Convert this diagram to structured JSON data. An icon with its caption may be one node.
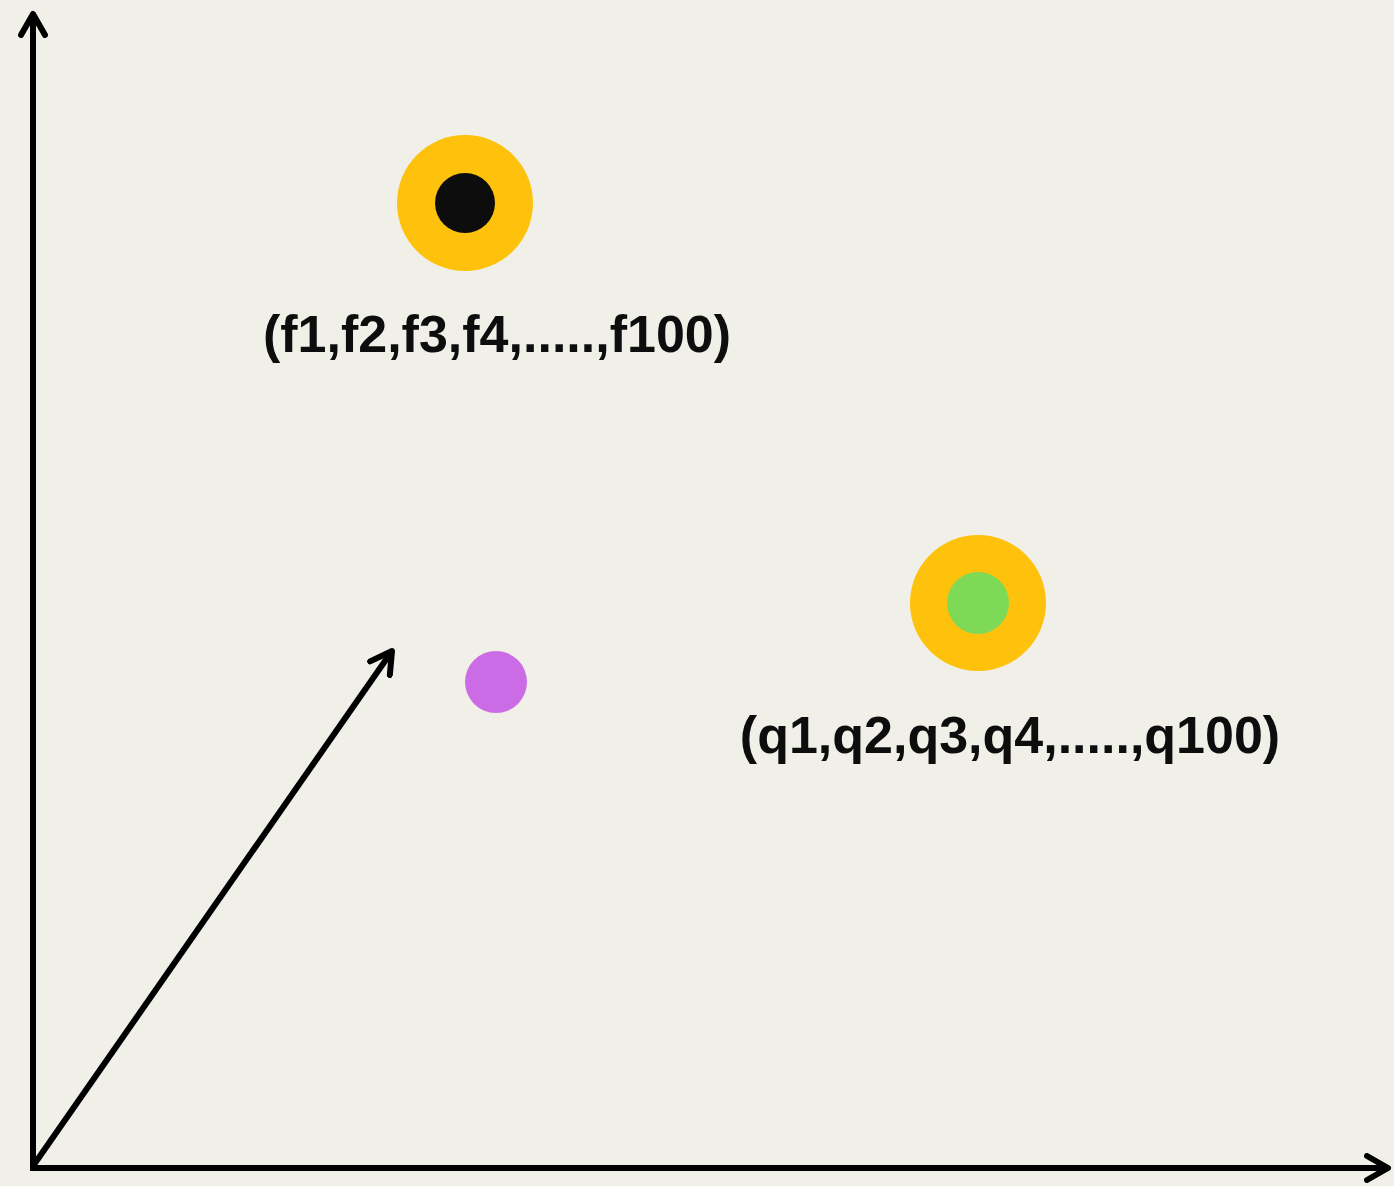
{
  "diagram": {
    "nodes": [
      {
        "text": [],
        "shape": "circle",
        "beside": [
          "(f1,f2,f3,f4,.....,f100)"
        ]
      },
      {
        "text": [],
        "shape": "circle",
        "beside": [
          "(q1,q2,q3,q4,.....,q100)"
        ]
      },
      {
        "text": [],
        "shape": "circle"
      }
    ]
  }
}
